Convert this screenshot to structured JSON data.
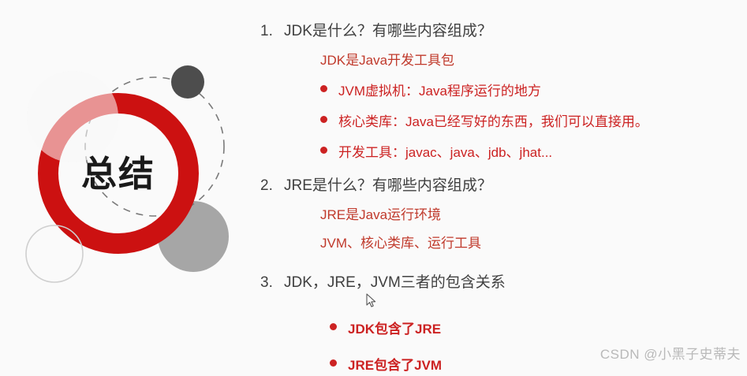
{
  "slide": {
    "background_color": "#fafafa",
    "badge": {
      "label": "总结",
      "ring_color": "#cc1111",
      "dashed_circle_color": "#7a7a7a",
      "dark_dot_color": "#4d4d4d",
      "gray_circle_color": "#a6a6a6",
      "pale_circle_color": "#f2f2f2",
      "outline_circle_color": "#cfcfcf"
    },
    "blocks": [
      {
        "number": "1.",
        "question": "JDK是什么？有哪些内容组成？",
        "subhead": "JDK是Java开发工具包",
        "bullets": [
          "JVM虚拟机：Java程序运行的地方",
          "核心类库：Java已经写好的东西，我们可以直接用。",
          "开发工具：javac、java、jdb、jhat..."
        ]
      },
      {
        "number": "2.",
        "question": "JRE是什么？有哪些内容组成？",
        "subhead": "JRE是Java运行环境",
        "subhead2": "JVM、核心类库、运行工具",
        "bullets": []
      },
      {
        "number": "3.",
        "question": "JDK，JRE，JVM三者的包含关系",
        "subhead": "",
        "bullets": [
          "JDK包含了JRE",
          "JRE包含了JVM"
        ]
      }
    ],
    "watermark": "CSDN @小黑子史蒂夫",
    "heading_color": "#404040",
    "accent_red": "#c0392b",
    "bullet_red": "#cc2222"
  }
}
